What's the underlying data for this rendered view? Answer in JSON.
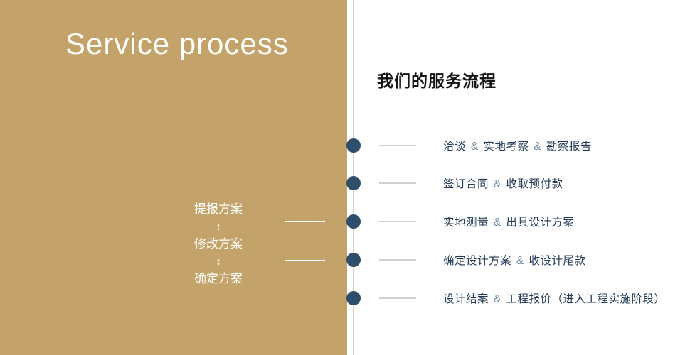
{
  "left_panel": {
    "title": "Service process",
    "plan_flow": {
      "arrow": "↕",
      "items": [
        "提报方案",
        "修改方案",
        "确定方案"
      ]
    }
  },
  "right_panel": {
    "heading": "我们的服务流程",
    "steps": [
      {
        "segments": [
          "洽谈 ",
          "&",
          " 实地考察 ",
          "&",
          " 勘察报告"
        ]
      },
      {
        "segments": [
          "签订合同 ",
          "&",
          " 收取预付款"
        ]
      },
      {
        "segments": [
          "实地测量 ",
          "&",
          " 出具设计方案"
        ]
      },
      {
        "segments": [
          "确定设计方案 ",
          "&",
          " 收设计尾款"
        ]
      },
      {
        "segments": [
          "设计结案 ",
          "&",
          " 工程报价（进入工程实施阶段）"
        ]
      }
    ]
  },
  "colors": {
    "panel_gold": "#c3a369",
    "dot_navy": "#2e4e6b",
    "step_text_navy": "#203a54",
    "ampersand_blue": "#6f8ca6",
    "divider_gray": "#cfcfcf",
    "tick_gray": "#d0d0d0"
  }
}
